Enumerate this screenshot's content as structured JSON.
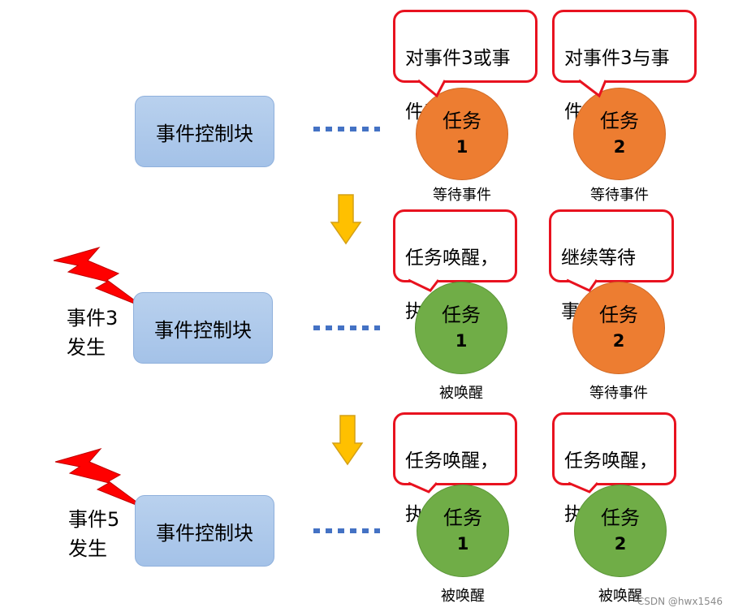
{
  "rows": [
    {
      "block_label": "事件控制块",
      "event_label": null,
      "tasks": [
        {
          "label": "任务",
          "number": "1",
          "color": "#ed7d31",
          "status": "等待事件",
          "callout": [
            "对事件3或事",
            "件5感兴趣"
          ]
        },
        {
          "label": "任务",
          "number": "2",
          "color": "#ed7d31",
          "status": "等待事件",
          "callout": [
            "对事件3与事",
            "件5感兴趣"
          ]
        }
      ]
    },
    {
      "block_label": "事件控制块",
      "event_label": [
        "事件3",
        "发生"
      ],
      "tasks": [
        {
          "label": "任务",
          "number": "1",
          "color": "#70ad47",
          "status": "被唤醒",
          "callout": [
            "任务唤醒，",
            "执行操作"
          ]
        },
        {
          "label": "任务",
          "number": "2",
          "color": "#ed7d31",
          "status": "等待事件",
          "callout": [
            "继续等待",
            "事件5发生"
          ]
        }
      ]
    },
    {
      "block_label": "事件控制块",
      "event_label": [
        "事件5",
        "发生"
      ],
      "tasks": [
        {
          "label": "任务",
          "number": "1",
          "color": "#70ad47",
          "status": "被唤醒",
          "callout": [
            "任务唤醒，",
            "执行操作"
          ]
        },
        {
          "label": "任务",
          "number": "2",
          "color": "#70ad47",
          "status": "被唤醒",
          "callout": [
            "任务唤醒，",
            "执行操作"
          ]
        }
      ]
    }
  ],
  "colors": {
    "block": "#a4c2e8",
    "dots": "#4472c4",
    "callout_border": "#e8121f",
    "arrow": "#ffc000",
    "bolt": "#ff0000"
  },
  "watermark": "CSDN @hwx1546"
}
